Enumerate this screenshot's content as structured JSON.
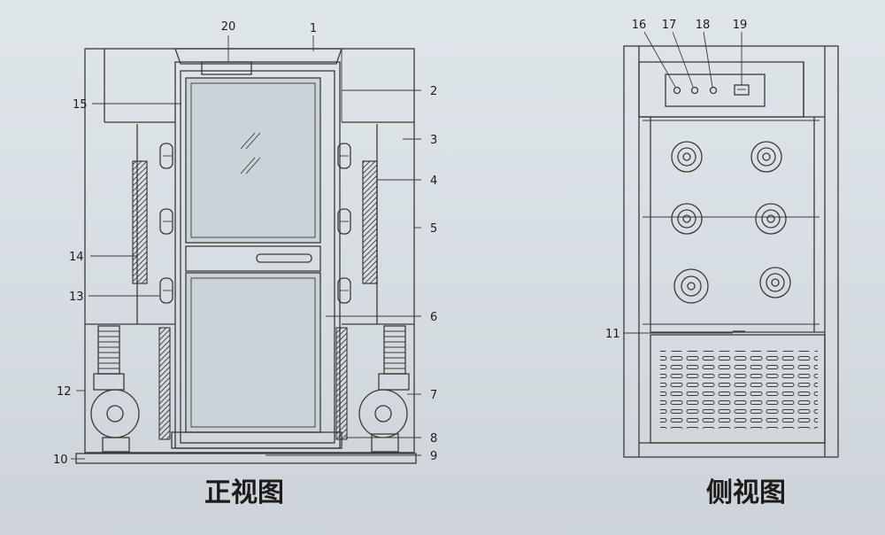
{
  "front_view": {
    "caption": "正视图",
    "callouts": [
      "20",
      "1",
      "2",
      "15",
      "3",
      "4",
      "5",
      "14",
      "13",
      "6",
      "12",
      "7",
      "8",
      "9",
      "10"
    ]
  },
  "side_view": {
    "caption": "侧视图",
    "callouts": [
      "16",
      "17",
      "18",
      "19",
      "11"
    ]
  }
}
